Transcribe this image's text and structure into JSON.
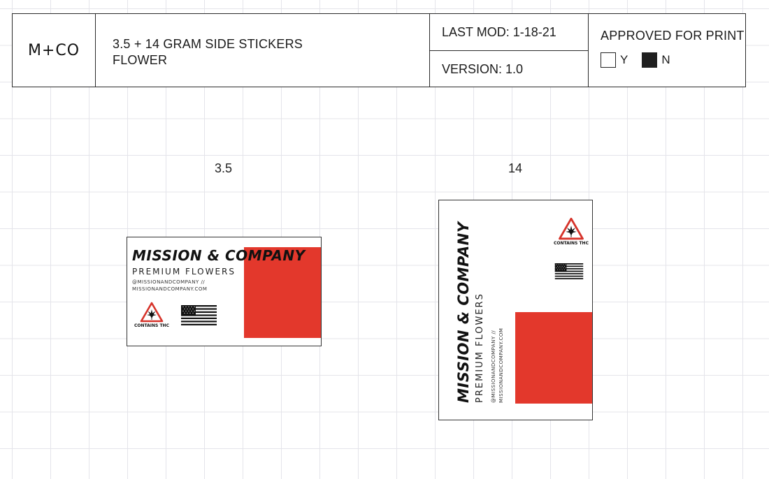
{
  "title_block": {
    "logo": "M+CO",
    "title_line1": "3.5 + 14 GRAM SIDE STICKERS",
    "title_line2": "FLOWER",
    "last_mod": "LAST MOD: 1-18-21",
    "version": "VERSION: 1.0",
    "approved_label": "APPROVED FOR PRINT",
    "option_yes": "Y",
    "option_no": "N",
    "selected": "N"
  },
  "stickers": [
    {
      "size_label": "3.5",
      "brand": "MISSION & COMPANY",
      "tagline": "PREMIUM FLOWERS",
      "handle_line1": "@MISSIONANDCOMPANY //",
      "handle_line2": "MISSIONANDCOMPANY.COM",
      "warning": "CONTAINS THC"
    },
    {
      "size_label": "14",
      "brand": "MISSION & COMPANY",
      "tagline": "PREMIUM FLOWERS",
      "handle_line1": "@MISSIONANDCOMPANY //",
      "handle_line2": "MISSIONANDCOMPANY.COM",
      "warning": "CONTAINS THC"
    }
  ],
  "colors": {
    "accent_red": "#e3382c",
    "ink": "#111111",
    "grid": "#e4e4ea"
  },
  "icons": [
    "cannabis-warning-icon",
    "us-flag-icon"
  ]
}
